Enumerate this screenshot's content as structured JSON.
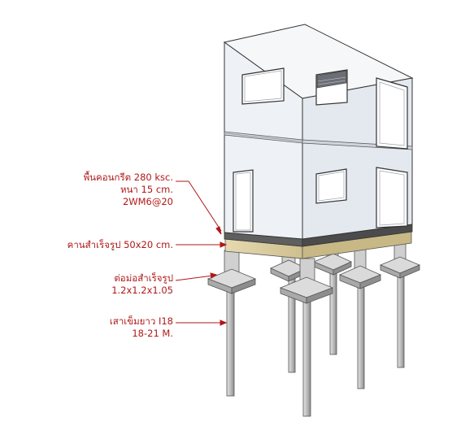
{
  "annotations": {
    "slab": {
      "lines": [
        "พื้นคอนกรีต 280 ksc.",
        "หนา 15 cm.",
        "2WM6@20"
      ],
      "color": "#b01818"
    },
    "beam": {
      "lines": [
        "คานสำเร็จรูป 50x20 cm."
      ],
      "color": "#b01818"
    },
    "footing": {
      "lines": [
        "ต่อม่อสำเร็จรูป",
        "1.2x1.2x1.05"
      ],
      "color": "#b01818"
    },
    "pile": {
      "lines": [
        "เสาเข็มยาว I18",
        "18-21 M."
      ],
      "color": "#b01818"
    }
  },
  "colors": {
    "wall_front": "#f1f4f7",
    "wall_side": "#dfe4ea",
    "wall_top": "#f7f8fa",
    "outline": "#333333",
    "slab": "#5e5e5e",
    "beam": "#ddcfa4",
    "concrete": "#c8c8c8",
    "concrete_dark": "#9a9a9a",
    "pile": "#b6b6b6",
    "window_glass": "#ffffff"
  }
}
